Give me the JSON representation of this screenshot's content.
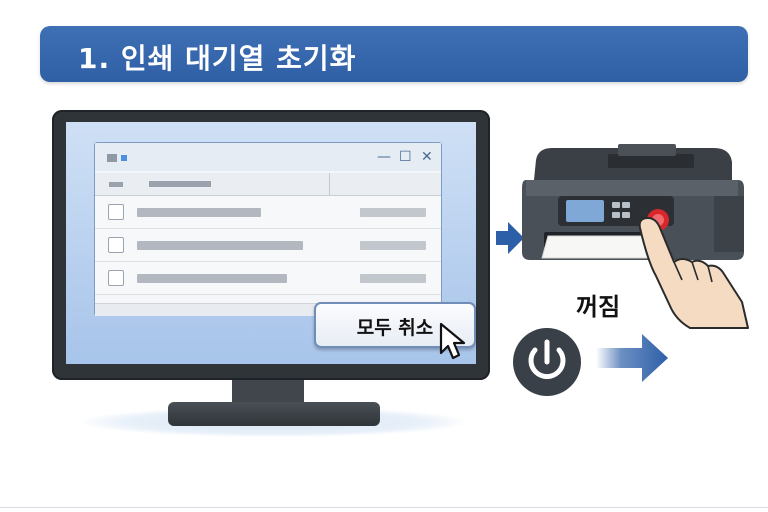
{
  "title": "1. 인쇄 대기열 초기화",
  "window": {
    "controls": {
      "minimize": "—",
      "maximize": "☐",
      "close": "✕"
    },
    "rows": [
      {
        "label_width_pct": 0.61
      },
      {
        "label_width_pct": 0.81
      },
      {
        "label_width_pct": 0.73
      }
    ]
  },
  "cancel_button": {
    "label": "모두 취소"
  },
  "printer": {
    "off_label": "꺼짐"
  },
  "icons": [
    "window-icon",
    "mouse-cursor-icon",
    "arrow-right-icon",
    "printer-icon",
    "hand-pointer-icon",
    "power-icon"
  ],
  "colors": {
    "banner": "#3a6aaf",
    "arrow": "#2d5fa8",
    "power_bg": "#3a4047",
    "printer_button": "#d9262b"
  }
}
